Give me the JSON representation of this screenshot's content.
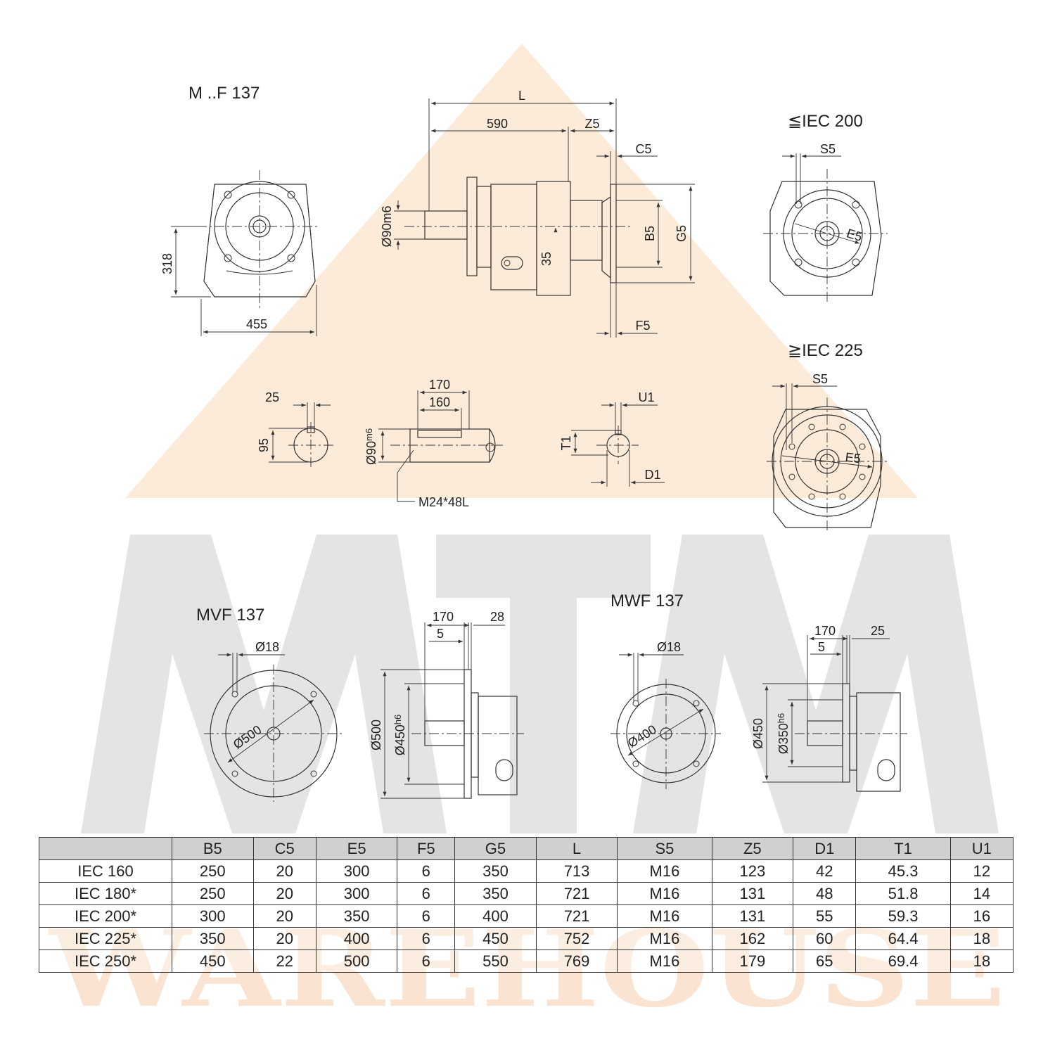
{
  "watermark": {
    "logo_text": "MTM",
    "logo_subtext": "WAREHOUSE",
    "colors": {
      "triangle": "#fdebd9",
      "letters": "#e4e4e4",
      "subtext": "#fbe3d2"
    }
  },
  "views": {
    "front": {
      "title": "M ..F 137",
      "dim_height": "318",
      "dim_width": "455"
    },
    "side": {
      "dim_L": "L",
      "dim_590": "590",
      "dim_Z5": "Z5",
      "dim_C5": "C5",
      "dim_shaft": "Ø90m6",
      "dim_B5": "B5",
      "dim_G5": "G5",
      "dim_35": "35",
      "dim_F5": "F5"
    },
    "iec200": {
      "title": "≦IEC 200",
      "dim_S5": "S5",
      "dim_E5": "E5"
    },
    "iec225": {
      "title": "≧IEC 225",
      "dim_S5": "S5",
      "dim_E5": "E5"
    },
    "key_section": {
      "dim_width": "25",
      "dim_height": "95"
    },
    "shaft_detail": {
      "dim_170": "170",
      "dim_160": "160",
      "dim_shaft": "Ø90",
      "shaft_tolerance": "m6",
      "thread": "M24*48L"
    },
    "bore_section": {
      "dim_U1": "U1",
      "dim_T1": "T1",
      "dim_D1": "D1"
    },
    "mvf_front": {
      "title": "MVF 137",
      "dim_hole": "Ø18",
      "dim_pcd": "Ø500"
    },
    "mvf_side": {
      "dim_170": "170",
      "dim_28": "28",
      "dim_5": "5",
      "dim_outer": "Ø500",
      "dim_spigot": "Ø450",
      "spigot_tolerance": "h6"
    },
    "mwf_front": {
      "title": "MWF 137",
      "dim_hole": "Ø18",
      "dim_pcd": "Ø400"
    },
    "mwf_side": {
      "dim_170": "170",
      "dim_25": "25",
      "dim_5": "5",
      "dim_outer": "Ø450",
      "dim_spigot": "Ø350",
      "spigot_tolerance": "h6"
    }
  },
  "table": {
    "headers": [
      "",
      "B5",
      "C5",
      "E5",
      "F5",
      "G5",
      "L",
      "S5",
      "Z5",
      "D1",
      "T1",
      "U1"
    ],
    "rows": [
      [
        "IEC 160",
        "250",
        "20",
        "300",
        "6",
        "350",
        "713",
        "M16",
        "123",
        "42",
        "45.3",
        "12"
      ],
      [
        "IEC 180*",
        "250",
        "20",
        "300",
        "6",
        "350",
        "721",
        "M16",
        "131",
        "48",
        "51.8",
        "14"
      ],
      [
        "IEC 200*",
        "300",
        "20",
        "350",
        "6",
        "400",
        "721",
        "M16",
        "131",
        "55",
        "59.3",
        "16"
      ],
      [
        "IEC 225*",
        "350",
        "20",
        "400",
        "6",
        "450",
        "752",
        "M16",
        "162",
        "60",
        "64.4",
        "18"
      ],
      [
        "IEC 250*",
        "450",
        "22",
        "500",
        "6",
        "550",
        "769",
        "M16",
        "179",
        "65",
        "69.4",
        "18"
      ]
    ]
  }
}
